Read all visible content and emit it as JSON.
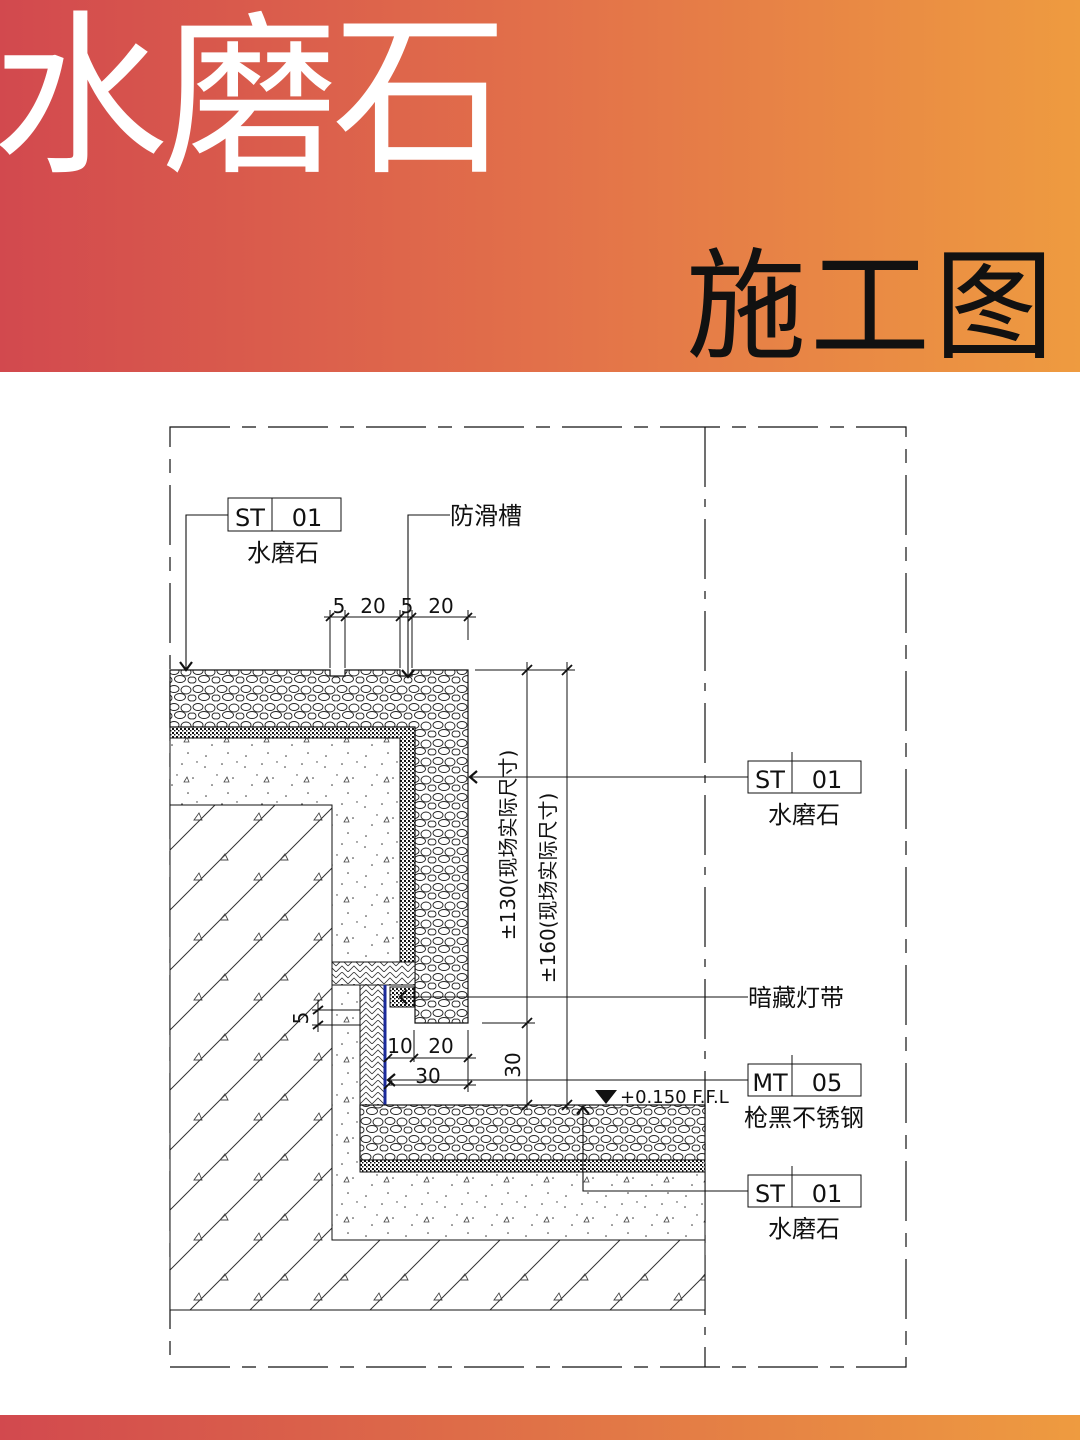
{
  "header": {
    "title": "水磨石",
    "subtitle": "施工图",
    "colors": {
      "gradient_start": "#d2494e",
      "gradient_end": "#ee9b40"
    }
  },
  "drawing": {
    "tags": [
      {
        "code": "ST",
        "num": "01",
        "label": "水磨石"
      },
      {
        "code": "ST",
        "num": "01",
        "label": "水磨石"
      },
      {
        "code": "MT",
        "num": "05",
        "label": "枪黑不锈钢"
      },
      {
        "code": "ST",
        "num": "01",
        "label": "水磨石"
      }
    ],
    "callouts": {
      "groove": "防滑槽",
      "led": "暗藏灯带"
    },
    "dims": {
      "top": [
        "5",
        "20",
        "5",
        "20"
      ],
      "v130": "±130(现场实际尺寸)",
      "v160": "±160(现场实际尺寸)",
      "d5": "5",
      "d10": "10",
      "d20": "20",
      "d30h": "30",
      "d30v": "30"
    },
    "elevation": "+0.150 F.F.L"
  }
}
